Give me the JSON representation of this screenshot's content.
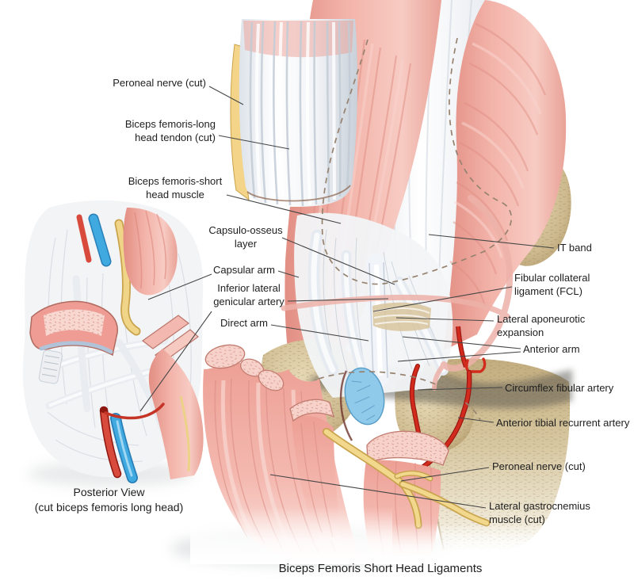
{
  "figure": {
    "title": "Biceps Femoris Short Head Ligaments",
    "inset_caption": "Posterior View\n(cut biceps femoris long head)"
  },
  "labels": {
    "peroneal_nerve_top": "Peroneal nerve (cut)",
    "bf_long_head_tendon": "Biceps femoris-long\nhead tendon (cut)",
    "bf_short_head_muscle": "Biceps femoris-short\nhead muscle",
    "capsulo_osseus": "Capsulo-osseus\nlayer",
    "capsular_arm": "Capsular arm",
    "inf_lat_genicular": "Inferior lateral\ngenicular artery",
    "direct_arm": "Direct arm",
    "it_band": "IT band",
    "fcl": "Fibular collateral\nligament (FCL)",
    "lat_aponeurotic": "Lateral aponeurotic\nexpansion",
    "anterior_arm": "Anterior arm",
    "circumflex": "Circumflex fibular artery",
    "ant_tibial_recurrent": "Anterior tibial recurrent artery",
    "peroneal_nerve_bottom": "Peroneal nerve (cut)",
    "lat_gastrocnemius": "Lateral gastrocnemius\nmuscle (cut)"
  },
  "colors": {
    "muscle_pink": "#F0A9A0",
    "muscle_dark": "#D97F73",
    "muscle_pale": "#F8D3CC",
    "tendon_white": "#F5F7F9",
    "tendon_striation": "#C9D1DA",
    "bone_tan": "#CDB98E",
    "bone_dark": "#9C8455",
    "artery_red": "#D22B1D",
    "artery_pink": "#EDB2A9",
    "nerve_yellow": "#F2D88C",
    "vein_blue": "#3FA9E0",
    "bursa_blue": "#90CAEB",
    "dash_brown": "#96826F",
    "label_text": "#1E1E1E",
    "leader_line": "#454545"
  }
}
